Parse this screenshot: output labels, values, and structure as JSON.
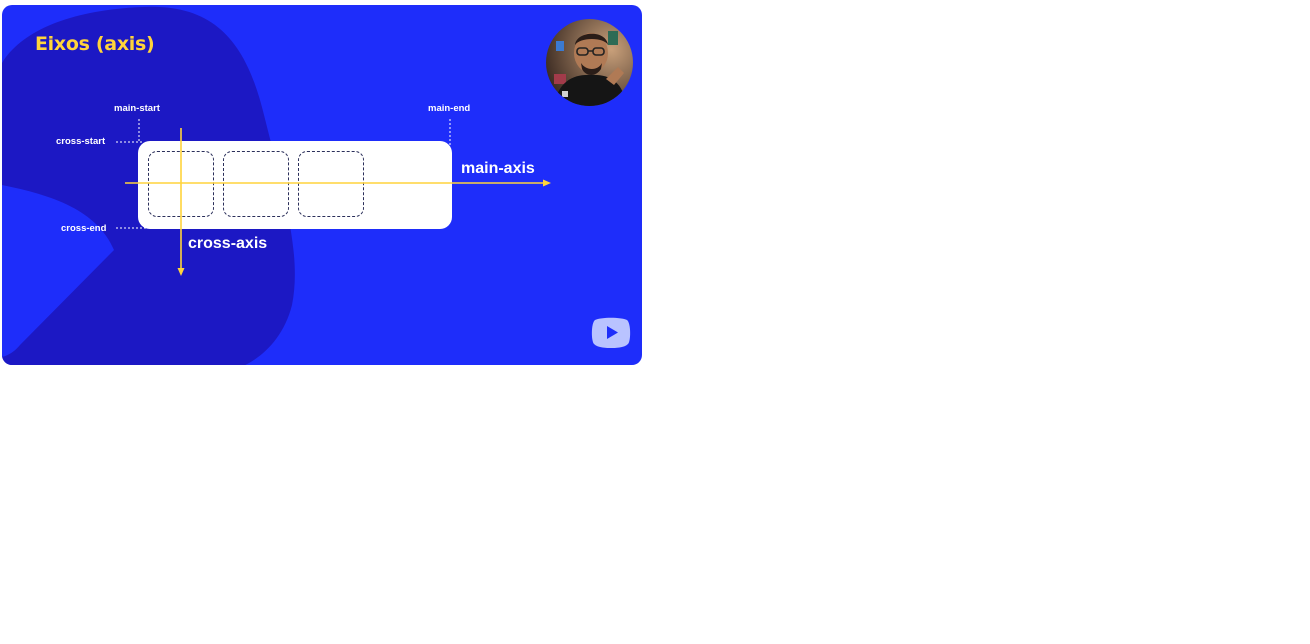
{
  "slide": {
    "title": "Eixos (axis)",
    "labels": {
      "main_start": "main-start",
      "main_end": "main-end",
      "cross_start": "cross-start",
      "cross_end": "cross-end",
      "main_axis": "main-axis",
      "cross_axis": "cross-axis"
    },
    "flex_item_count": 3,
    "colors": {
      "background": "#1e2dfa",
      "blob": "#1c18c4",
      "accent_yellow": "#ffd43b",
      "container": "#ffffff",
      "dashed_border": "#2b2f5a"
    },
    "icons": {
      "presenter": "presenter-avatar",
      "logo": "play-logo-icon"
    }
  }
}
